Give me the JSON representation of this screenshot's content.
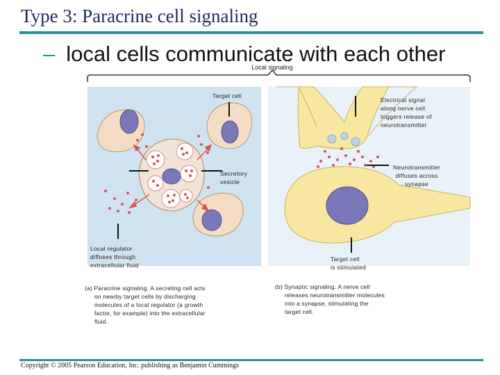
{
  "title": "Type 3: Paracrine cell signaling",
  "bullet": {
    "dash": "–",
    "text": "local cells communicate with each other"
  },
  "diagram": {
    "header": "Local signaling",
    "labels": {
      "target_cell": "Target cell",
      "secretory_vesicle": [
        "Secretory",
        "vesicle"
      ],
      "local_regulator": [
        "Local regulator",
        "diffuses through",
        "extracellular fluid"
      ],
      "electrical_signal": [
        "Electrical signal",
        "along nerve cell",
        "triggers release of",
        "neurotransmitter"
      ],
      "neurotransmitter": [
        "Neurotransmitter",
        "diffuses across",
        "synapse"
      ],
      "target_stimulated": [
        "Target cell",
        "is stimulated"
      ]
    },
    "captions": {
      "a": [
        "(a) Paracrine signaling. A secreting cell acts",
        "on nearby target cells by discharging",
        "molecules of a local regulator (a growth",
        "factor, for example) into the extracellular",
        "fluid."
      ],
      "b": [
        "(b) Synaptic signaling. A nerve cell",
        "releases neurotransmitter molecules",
        "into a synapse, stimulating the",
        "target cell."
      ]
    },
    "colors": {
      "panel_a": "#cfe3f0",
      "panel_b": "#e9f2f8",
      "cell_fill": "#f5ddc4",
      "nucleus": "#7a78b8",
      "nerve_cell": "#f7e7a0",
      "molecule": "#d9534f"
    }
  },
  "copyright": "Copyright © 2005 Pearson Education, Inc. publishing as Benjamin Cummings"
}
